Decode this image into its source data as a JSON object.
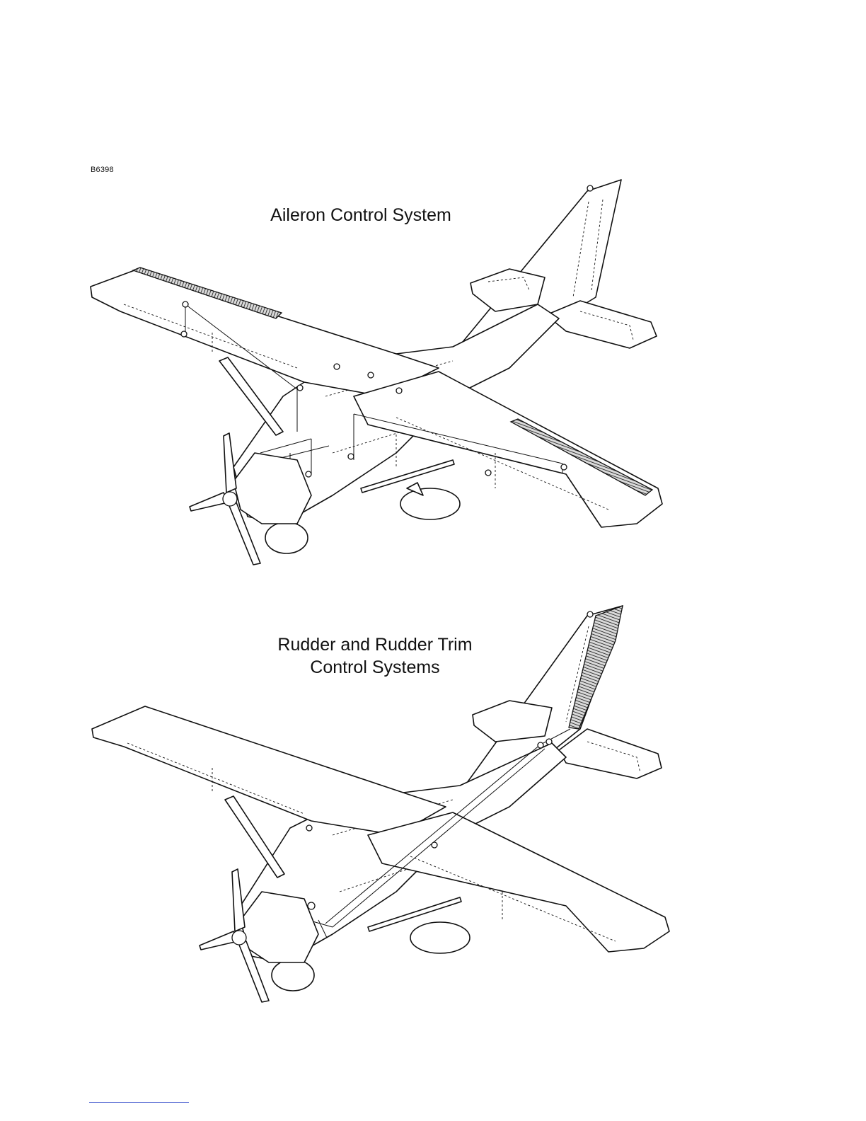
{
  "figure_id": "B6398",
  "diagrams": [
    {
      "caption": "Aileron Control System"
    },
    {
      "caption_lines": [
        "Rudder and Rudder Trim",
        "Control Systems"
      ]
    }
  ],
  "highlight_color": "#111111",
  "footer_rule_color": "#2b44c8"
}
